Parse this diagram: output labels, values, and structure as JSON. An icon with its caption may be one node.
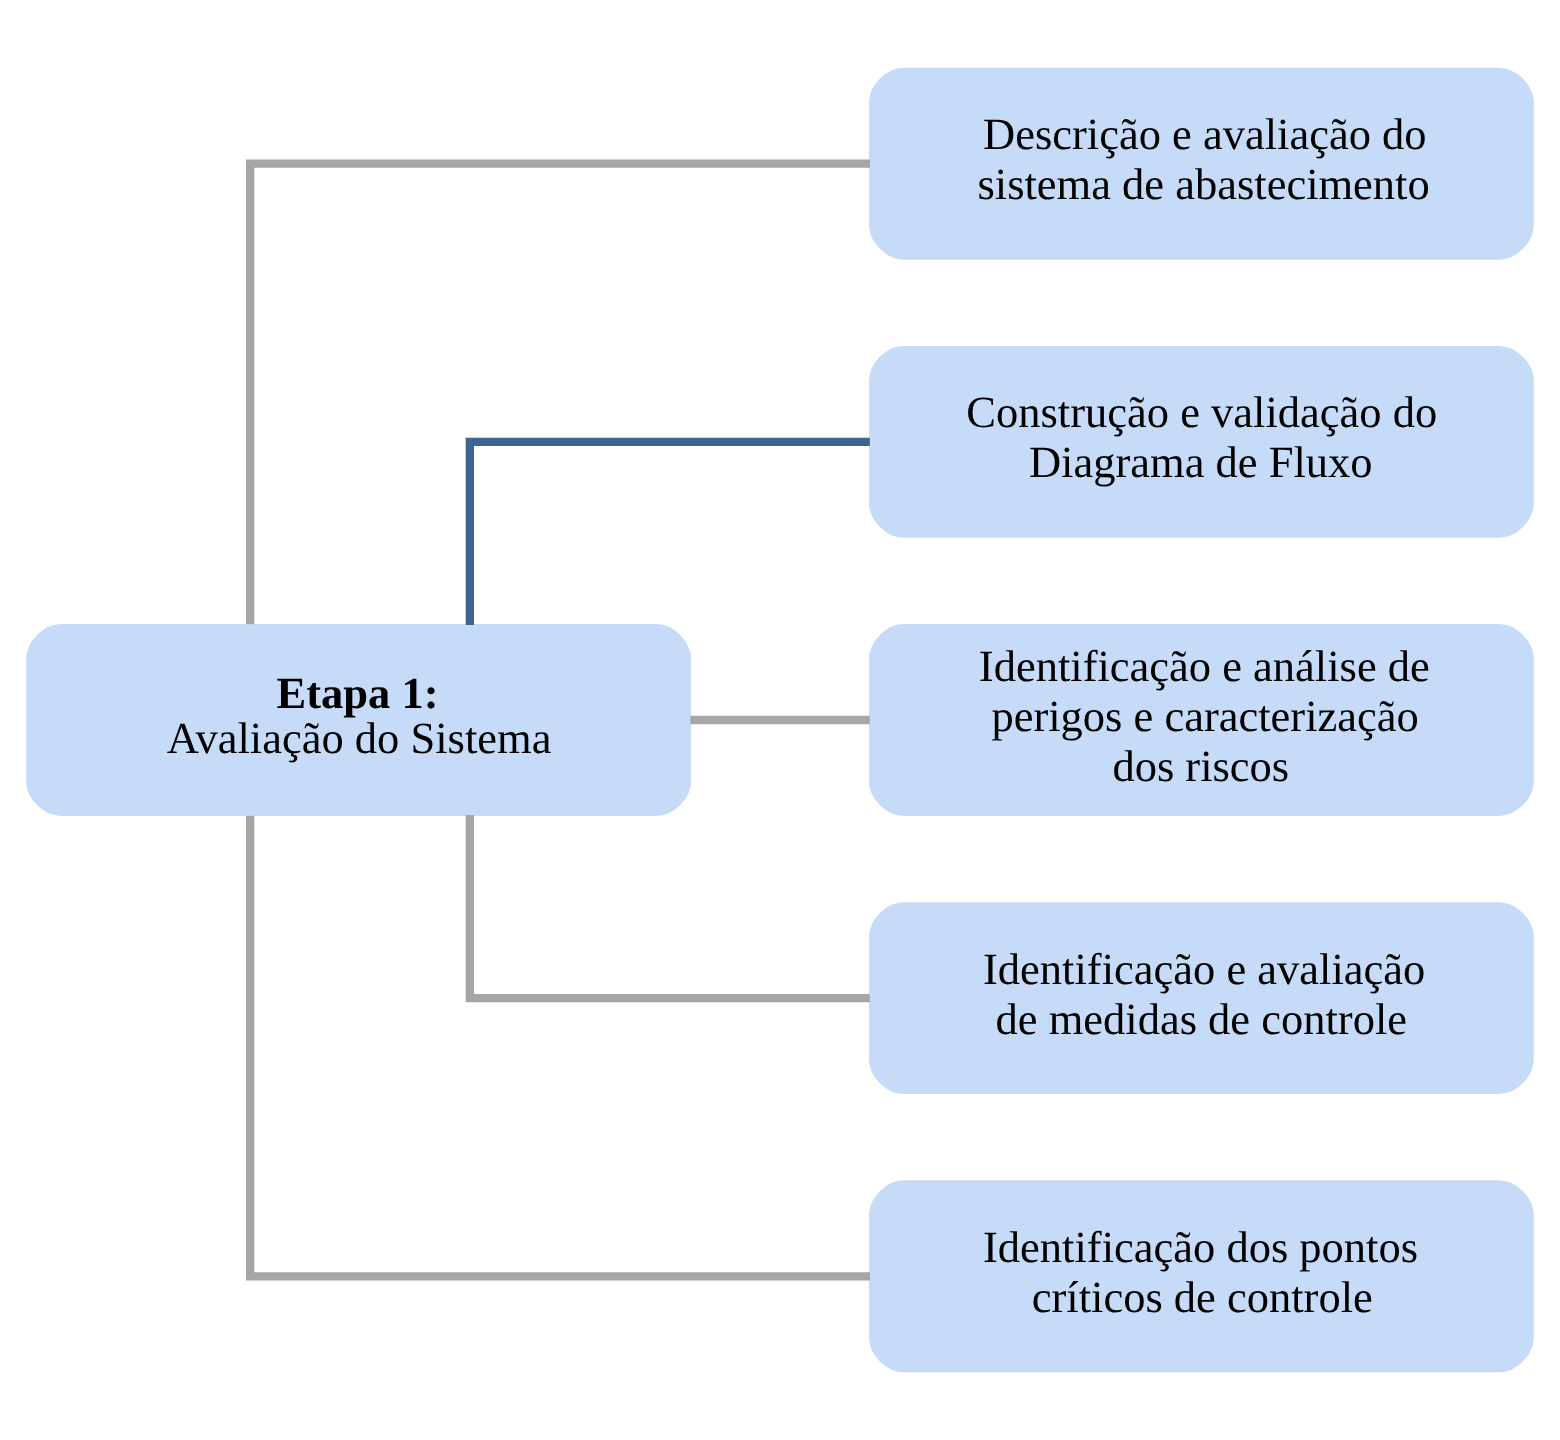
{
  "diagram": {
    "nodes": [
      {
        "text": [
          "Etapa 1:",
          "Avaliação do Sistema"
        ]
      },
      {
        "text": [
          "Descrição e avaliação do sistema de abastecimento"
        ]
      },
      {
        "text": [
          "Construção e validação do Diagrama de Fluxo"
        ]
      },
      {
        "text": [
          "Identificação e análise de perigos e caracterização dos riscos"
        ]
      },
      {
        "text": [
          "Identificação e avaliação de medidas de controle"
        ]
      },
      {
        "text": [
          "Identificação dos pontos críticos de controle"
        ]
      }
    ],
    "edges": [
      {
        "from": 0,
        "to": 1,
        "arrow": "none"
      },
      {
        "from": 0,
        "to": 2,
        "arrow": "none",
        "color": "#3f6491"
      },
      {
        "from": 0,
        "to": 3,
        "arrow": "none"
      },
      {
        "from": 0,
        "to": 4,
        "arrow": "none"
      },
      {
        "from": 0,
        "to": 5,
        "arrow": "none"
      }
    ]
  }
}
